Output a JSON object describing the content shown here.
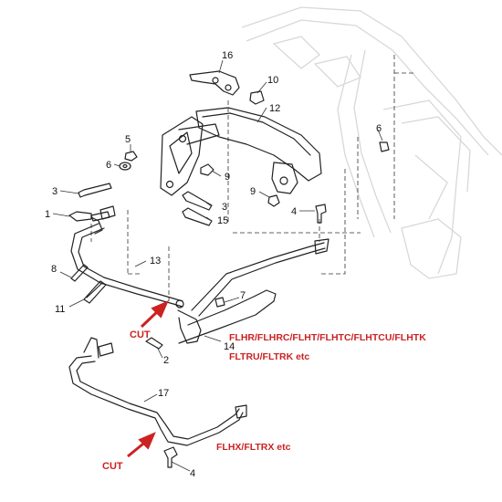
{
  "labels": {
    "p1": "1",
    "p2": "2",
    "p3a": "3",
    "p3b": "3",
    "p4a": "4",
    "p4b": "4",
    "p5": "5",
    "p6a": "6",
    "p6b": "6",
    "p7": "7",
    "p8": "8",
    "p9a": "9",
    "p9b": "9",
    "p10": "10",
    "p11": "11",
    "p12": "12",
    "p13": "13",
    "p14": "14",
    "p15": "15",
    "p16": "16",
    "p17": "17"
  },
  "annotations": {
    "models_upper_line1": "FLHR/FLHRC/FLHT/FLHTC/FLHTCU/FLHTK",
    "models_upper_line2": "FLTRU/FLTRK etc",
    "models_lower": "FLHX/FLTRX etc",
    "cut_upper": "CUT",
    "cut_lower": "CUT"
  },
  "colors": {
    "annotation": "#cc2222",
    "line": "#222222",
    "frame_ghost": "#d8d8d8"
  }
}
